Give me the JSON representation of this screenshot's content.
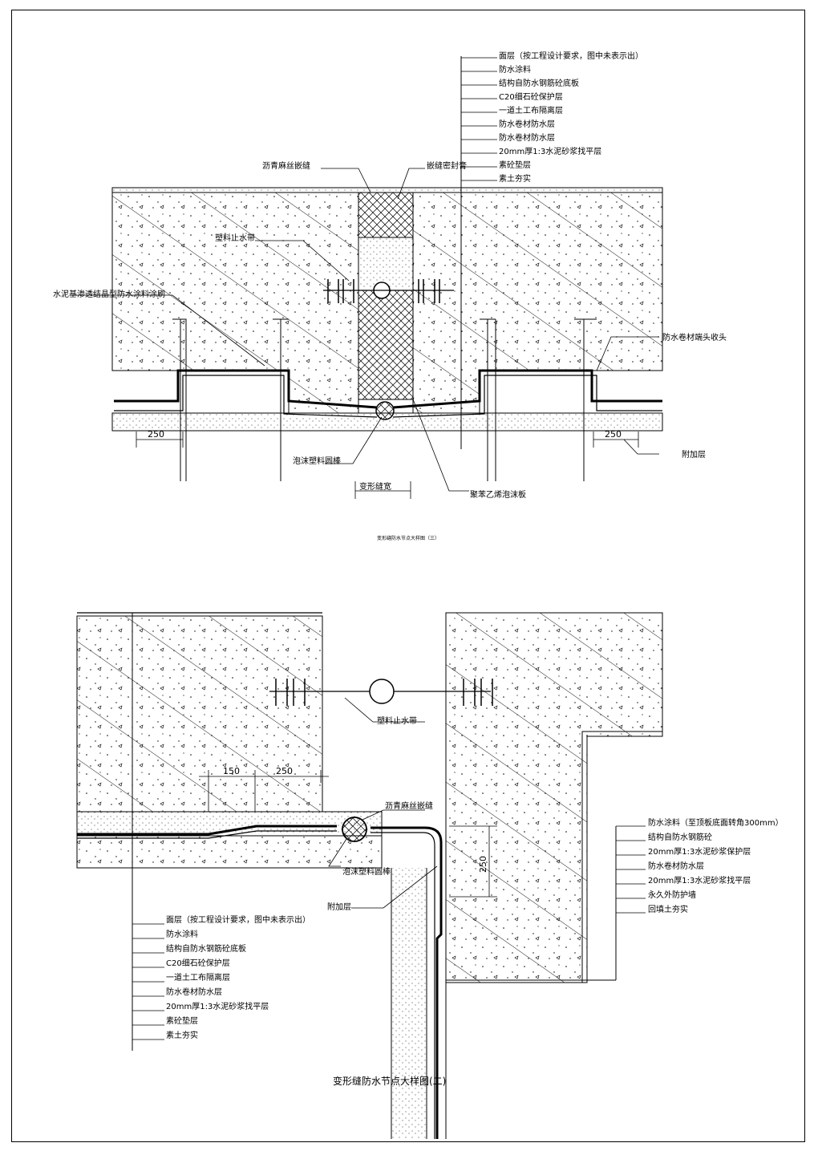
{
  "detail1": {
    "layers": [
      "面层（按工程设计要求，图中未表示出）",
      "防水涂料",
      "结构自防水钢筋砼底板",
      "C20细石砼保护层",
      "一道土工布隔离层",
      "防水卷材防水层",
      "防水卷材防水层",
      "20mm厚1:3水泥砂浆找平层",
      "素砼垫层",
      "素土夯实"
    ],
    "label_asphalt_rope": "沥青麻丝嵌缝",
    "label_sealant": "嵌缝密封膏",
    "label_plastic_waterstop": "塑料止水带",
    "label_cement_coating": "水泥基渗透结晶型防水涂料涂刷",
    "label_sheet_joint": "防水卷材端头收头",
    "label_extra_layer": "附加层",
    "label_foam_rod": "泡沫塑料圆棒",
    "label_joint_width": "变形缝宽",
    "label_pe_board": "聚苯乙烯泡沫板",
    "dim_left": "250",
    "dim_right": "250",
    "caption": "变形缝防水节点大样图（三）"
  },
  "detail2": {
    "label_plastic_waterstop": "塑料止水带",
    "label_asphalt_rope": "沥青麻丝嵌缝",
    "label_foam_rod": "泡沫塑料圆棒",
    "label_extra_layer": "附加层",
    "dim_150": "150",
    "dim_250": "250",
    "dim_vert": "250",
    "wall_layers": [
      "防水涂料（至顶板底面转角300mm）",
      "结构自防水钢筋砼",
      "20mm厚1:3水泥砂浆保护层",
      "防水卷材防水层",
      "20mm厚1:3水泥砂浆找平层",
      "永久外防护墙",
      "回填土夯实"
    ],
    "floor_layers": [
      "面层（按工程设计要求，图中未表示出）",
      "防水涂料",
      "结构自防水钢筋砼底板",
      "C20细石砼保护层",
      "一道土工布隔离层",
      "防水卷材防水层",
      "20mm厚1:3水泥砂浆找平层",
      "素砼垫层",
      "素土夯实"
    ],
    "caption": "变形缝防水节点大样图(二)"
  }
}
